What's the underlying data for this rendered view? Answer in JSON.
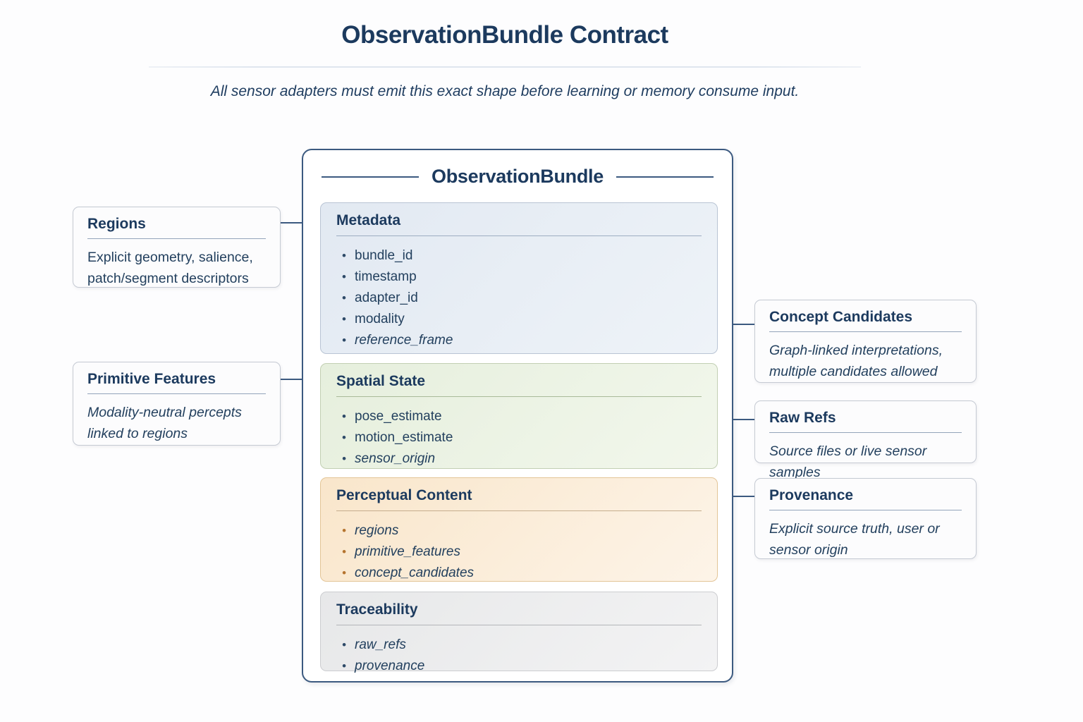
{
  "header": {
    "title": "ObservationBundle Contract",
    "subtitle": "All sensor adapters must emit this exact shape before learning or memory consume input."
  },
  "bundle": {
    "title": "ObservationBundle",
    "sections": [
      {
        "title": "Metadata",
        "theme": "blue",
        "items": [
          "bundle_id",
          "timestamp",
          "adapter_id",
          "modality",
          "reference_frame"
        ]
      },
      {
        "title": "Spatial State",
        "theme": "green",
        "items": [
          "pose_estimate",
          "motion_estimate",
          "sensor_origin"
        ]
      },
      {
        "title": "Perceptual Content",
        "theme": "orange",
        "items": [
          "regions",
          "primitive_features",
          "concept_candidates"
        ]
      },
      {
        "title": "Traceability",
        "theme": "gray",
        "items": [
          "raw_refs",
          "provenance"
        ]
      }
    ]
  },
  "notes": {
    "regions": {
      "title": "Regions",
      "description": "Explicit geometry, salience, patch/segment descriptors"
    },
    "primitive_features": {
      "title": "Primitive Features",
      "description": "Modality-neutral percepts linked to regions"
    },
    "concept_candidates": {
      "title": "Concept Candidates",
      "description": "Graph-linked interpretations, multiple candidates allowed"
    },
    "raw_refs": {
      "title": "Raw Refs",
      "description": "Source files or live sensor samples"
    },
    "provenance": {
      "title": "Provenance",
      "description": "Explicit source truth, user or sensor origin"
    }
  },
  "colors": {
    "heading_navy": "#1c3a5e",
    "body_navy": "#23405e",
    "border_navy": "#3c5a80",
    "metadata_bg": "#e8eef5",
    "spatial_bg": "#eaf2e3",
    "perceptual_bg": "#fbecd6",
    "perceptual_bullet": "#b5742f",
    "traceability_bg": "#ececee",
    "note_bg": "#fcfcfd",
    "note_border": "#c5cad3"
  }
}
